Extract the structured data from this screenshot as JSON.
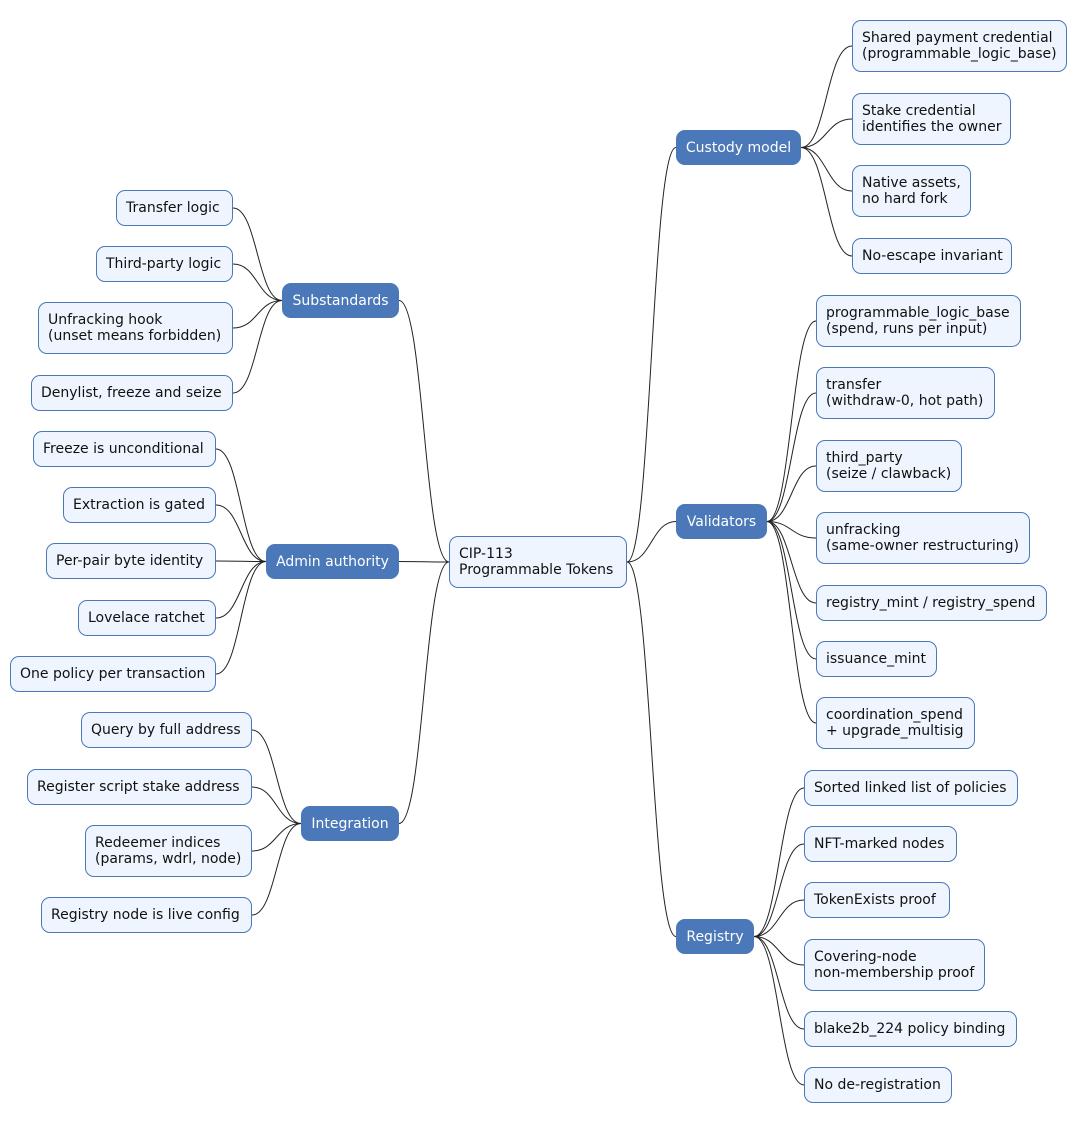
{
  "root": {
    "lines": [
      "CIP-113",
      "Programmable Tokens"
    ]
  },
  "branches": [
    {
      "key": "custody-model",
      "label": "Custody model",
      "side": "right",
      "children": [
        [
          "Shared payment credential",
          "(programmable_logic_base)"
        ],
        [
          "Stake credential",
          "identifies the owner"
        ],
        [
          "Native assets,",
          "no hard fork"
        ],
        [
          "No-escape invariant"
        ]
      ]
    },
    {
      "key": "validators",
      "label": "Validators",
      "side": "right",
      "children": [
        [
          "programmable_logic_base",
          "(spend, runs per input)"
        ],
        [
          "transfer",
          "(withdraw-0, hot path)"
        ],
        [
          "third_party",
          "(seize / clawback)"
        ],
        [
          "unfracking",
          "(same-owner restructuring)"
        ],
        [
          "registry_mint / registry_spend"
        ],
        [
          "issuance_mint"
        ],
        [
          "coordination_spend",
          "+ upgrade_multisig"
        ]
      ]
    },
    {
      "key": "registry",
      "label": "Registry",
      "side": "right",
      "children": [
        [
          "Sorted linked list of policies"
        ],
        [
          "NFT-marked nodes"
        ],
        [
          "TokenExists proof"
        ],
        [
          "Covering-node",
          "non-membership proof"
        ],
        [
          "blake2b_224 policy binding"
        ],
        [
          "No de-registration"
        ]
      ]
    },
    {
      "key": "substandards",
      "label": "Substandards",
      "side": "left",
      "children": [
        [
          "Transfer logic"
        ],
        [
          "Third-party logic"
        ],
        [
          "Unfracking hook",
          "(unset means forbidden)"
        ],
        [
          "Denylist, freeze and seize"
        ]
      ]
    },
    {
      "key": "admin-authority",
      "label": "Admin authority",
      "side": "left",
      "children": [
        [
          "Freeze is unconditional"
        ],
        [
          "Extraction is gated"
        ],
        [
          "Per-pair byte identity"
        ],
        [
          "Lovelace ratchet"
        ],
        [
          "One policy per transaction"
        ]
      ]
    },
    {
      "key": "integration",
      "label": "Integration",
      "side": "left",
      "children": [
        [
          "Query by full address"
        ],
        [
          "Register script stake address"
        ],
        [
          "Redeemer indices",
          "(params, wdrl, node)"
        ],
        [
          "Registry node is live config"
        ]
      ]
    }
  ]
}
